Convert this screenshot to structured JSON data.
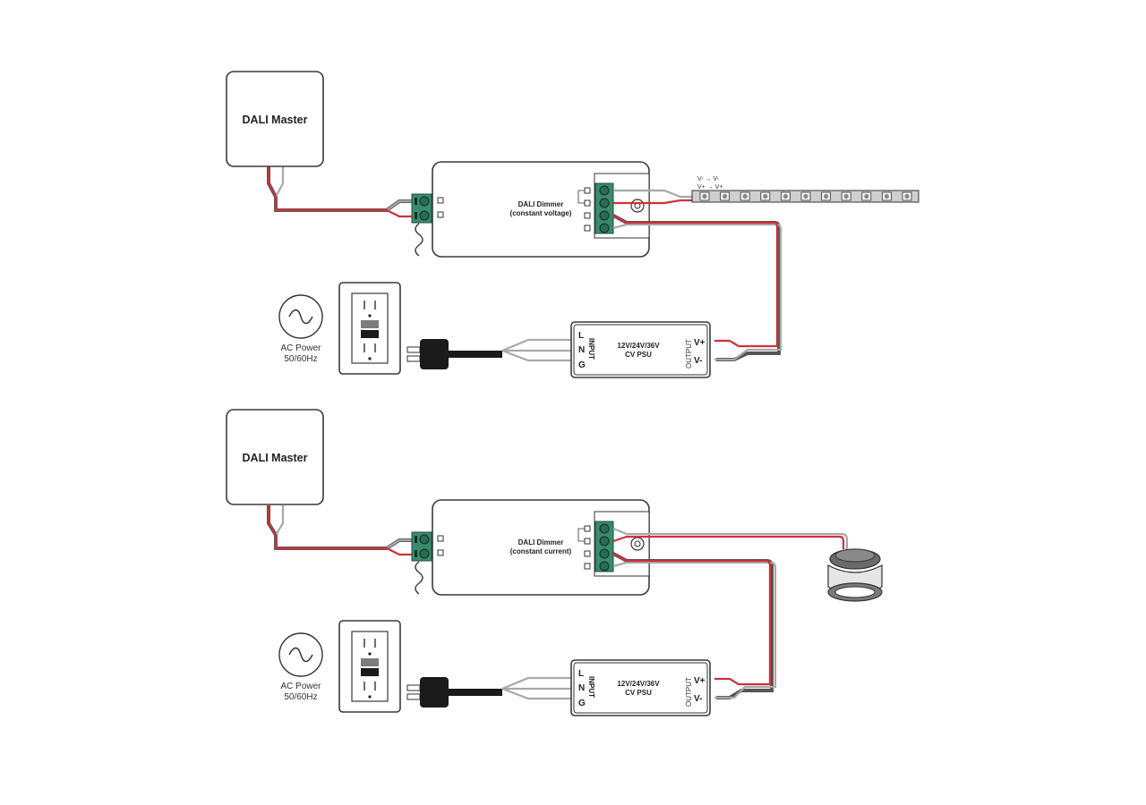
{
  "diagram": {
    "title": "DALI Dimmer wiring diagrams",
    "colors": {
      "live_wire": "#d0303a",
      "neutral_wire": "#a8a8a8",
      "terminal": "#3a8a6e"
    },
    "sections": [
      {
        "id": "constant-voltage",
        "master": {
          "label": "DALI Master"
        },
        "dimmer": {
          "title": "DALI Dimmer",
          "subtitle": "(constant voltage)"
        },
        "load": {
          "type": "LED strip",
          "legend_line1": "V-  →  V-",
          "legend_line2": "V+ →  V+"
        },
        "ac_power": {
          "line1": "AC Power",
          "line2": "50/60Hz"
        },
        "psu": {
          "line1": "12V/24V/36V",
          "line2": "CV PSU",
          "input_label": "INPUT",
          "output_label": "OUTPUT",
          "input_pins": [
            "L",
            "N",
            "G"
          ],
          "output_pins": [
            "V+",
            "V-"
          ]
        }
      },
      {
        "id": "constant-current",
        "master": {
          "label": "DALI Master"
        },
        "dimmer": {
          "title": "DALI Dimmer",
          "subtitle": "(constant current)"
        },
        "load": {
          "type": "LED downlight"
        },
        "ac_power": {
          "line1": "AC Power",
          "line2": "50/60Hz"
        },
        "psu": {
          "line1": "12V/24V/36V",
          "line2": "CV PSU",
          "input_label": "INPUT",
          "output_label": "OUTPUT",
          "input_pins": [
            "L",
            "N",
            "G"
          ],
          "output_pins": [
            "V+",
            "V-"
          ]
        }
      }
    ]
  }
}
